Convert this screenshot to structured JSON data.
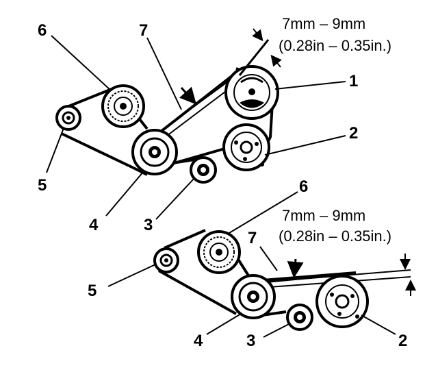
{
  "top_diagram": {
    "spec_line1": "7mm – 9mm",
    "spec_line2": "(0.28in – 0.35in.)",
    "labels": {
      "p1": "1",
      "p2": "2",
      "p3": "3",
      "p4": "4",
      "p5": "5",
      "p6": "6",
      "p7": "7"
    }
  },
  "bottom_diagram": {
    "spec_line1": "7mm – 9mm",
    "spec_line2": "(0.28in – 0.35in.)",
    "labels": {
      "p2": "2",
      "p3": "3",
      "p4": "4",
      "p5": "5",
      "p6": "6",
      "p7": "7"
    }
  }
}
